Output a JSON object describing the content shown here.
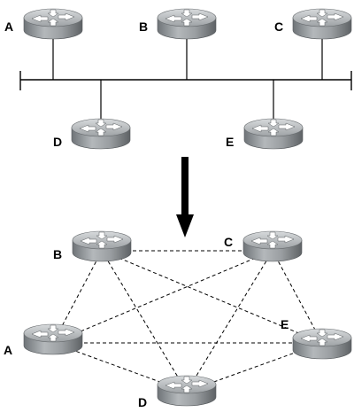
{
  "top": {
    "routers": {
      "a": "A",
      "b": "B",
      "c": "C",
      "d": "D",
      "e": "E"
    }
  },
  "bottom": {
    "routers": {
      "a": "A",
      "b": "B",
      "c": "C",
      "d": "D",
      "e": "E"
    }
  },
  "colors": {
    "router_body": "#8f9396",
    "router_top": "#b9bdc0",
    "line": "#000000"
  }
}
